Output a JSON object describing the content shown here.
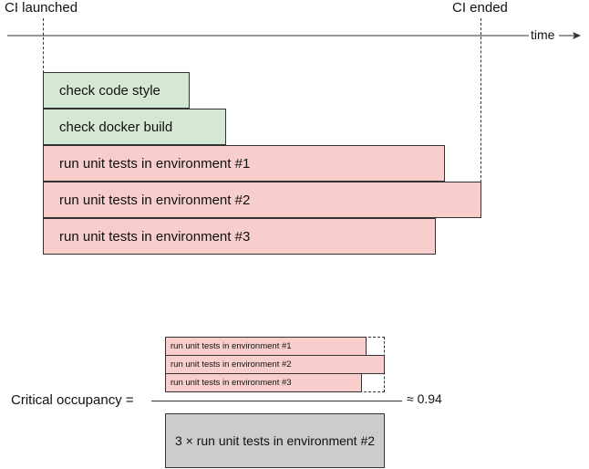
{
  "timeline": {
    "start_label": "CI launched",
    "end_label": "CI ended",
    "axis_label": "time"
  },
  "jobs": [
    {
      "label": "check code style",
      "color": "#d5e8d4"
    },
    {
      "label": "check docker build",
      "color": "#d5e8d4"
    },
    {
      "label": "run unit tests in environment #1",
      "color": "#f8cecc"
    },
    {
      "label": "run unit tests in environment #2",
      "color": "#f8cecc"
    },
    {
      "label": "run unit tests in environment #3",
      "color": "#f8cecc"
    }
  ],
  "formula": {
    "lhs": "Critical occupancy =",
    "numerator": [
      "run unit tests in environment #1",
      "run unit tests in environment #2",
      "run unit tests in environment #3"
    ],
    "denominator": "3 × run unit tests in environment #2",
    "result": "≈ 0.94"
  }
}
